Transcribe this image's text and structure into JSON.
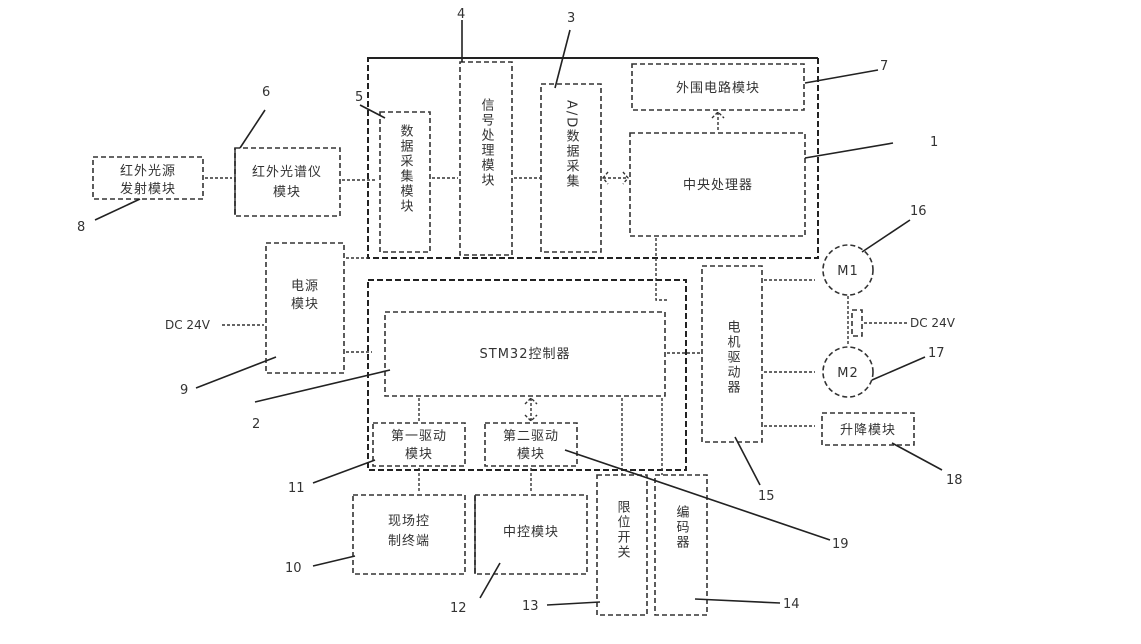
{
  "diagram": {
    "title": "",
    "components": {
      "c1": {
        "number": "1",
        "label": "中央处理器"
      },
      "c2": {
        "number": "2",
        "label": "STM32控制器"
      },
      "c3": {
        "number": "3",
        "label": "A/D数据采集"
      },
      "c4": {
        "number": "4",
        "label": "信号处理模块"
      },
      "c5": {
        "number": "5",
        "label": "数据采集模块"
      },
      "c6": {
        "number": "6",
        "label": "红外光谱仪模块"
      },
      "c7": {
        "number": "7",
        "label": "外围电路模块"
      },
      "c8": {
        "number": "8",
        "label": "红外光源发射模块"
      },
      "c9": {
        "number": "9",
        "label": "电源模块"
      },
      "c10": {
        "number": "10",
        "label": "现场控制终端"
      },
      "c11": {
        "number": "11",
        "label": "第一驱动模块"
      },
      "c12": {
        "number": "12",
        "label": "中控模块"
      },
      "c13": {
        "number": "13",
        "label": "限位开关"
      },
      "c14": {
        "number": "14",
        "label": "编码器"
      },
      "c15": {
        "number": "15",
        "label": "电机驱动器"
      },
      "c16": {
        "number": "16",
        "label": "M1"
      },
      "c17": {
        "number": "17",
        "label": "M2"
      },
      "c18": {
        "number": "18",
        "label": "升降模块"
      },
      "c19": {
        "number": "19",
        "label": "第二驱动模块"
      }
    },
    "labels": {
      "c6_line1": "红外光谱仪",
      "c6_line2": "模块",
      "c8_line1": "红外光源",
      "c8_line2": "发射模块",
      "c9_line1": "电源",
      "c9_line2": "模块",
      "c10_line1": "现场控",
      "c10_line2": "制终端",
      "c11_line1": "第一驱动",
      "c11_line2": "模块",
      "c19_line1": "第二驱动",
      "c19_line2": "模块"
    },
    "power_inputs": {
      "left": "DC 24V",
      "right": "DC 24V"
    }
  }
}
